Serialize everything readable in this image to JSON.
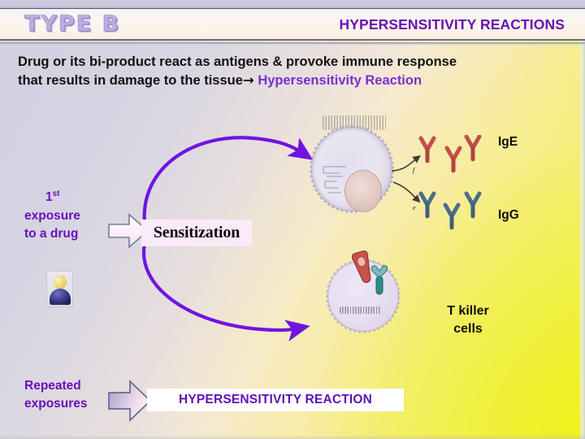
{
  "slide": {
    "type_label": "TYPE B",
    "header_title": "HYPERSENSITIVITY REACTIONS",
    "body": {
      "line1": "Drug or its bi-product react as antigens &  provoke immune response",
      "line2_plain": "that results in damage to the tissue",
      "line2_arrow": "→",
      "line2_highlight": "Hypersensitivity Reaction"
    },
    "left_column": {
      "first_exposure": {
        "line1_number": "1",
        "line1_suffix": "st",
        "line2": "exposure",
        "line3": "to a drug"
      },
      "repeated": {
        "line1": "Repeated",
        "line2": "exposures"
      },
      "drug_icon_name": "drug-molecule-icon"
    },
    "boxes": {
      "sensitization": "Sensitization",
      "hypersensitivity_reaction": "HYPERSENSITIVITY REACTION"
    },
    "diagram_labels": {
      "ige": "IgE",
      "igg": "IgG",
      "t_killer_line1": "T killer",
      "t_killer_line2": "cells"
    },
    "icons": {
      "block_arrow_1": "block-arrow-right-icon",
      "block_arrow_2": "block-arrow-right-icon",
      "curved_arrow_upper": "curved-arrow-icon",
      "curved_arrow_lower": "curved-arrow-icon",
      "plasma_cell": "plasma-cell-illustration",
      "t_killer_cell": "t-killer-cell-illustration",
      "antibody_ige": "antibody-y-icon",
      "antibody_igg": "antibody-y-icon"
    },
    "colors": {
      "accent_purple": "#6a0fb8",
      "title_purple": "#6a11b5",
      "curve_purple": "#6f14e0",
      "background_start": "#d2d2e2",
      "background_end": "#edf120",
      "antibody_ige": "#c0504d",
      "antibody_igg": "#4a6e8a",
      "sens_box_bg": "#fbeaf8",
      "hsr_box_bg": "#ffffff"
    }
  }
}
